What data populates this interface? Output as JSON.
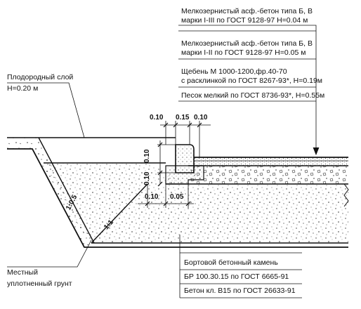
{
  "layers": [
    "Мелкозернистый асф.-бетон типа Б, В марки I-III по ГОСТ 9128-97   H=0.04 м",
    "Мелкозернистый асф.-бетон типа Б, В марки I-II по ГОСТ 9128-97   H=0.05 м",
    "Щебень М 1000-1200,фр.40-70 с расклинкой по ГОСТ 8267-93*, H=0.19м",
    "Песок мелкий по ГОСТ 8736-93*, H=0.55м"
  ],
  "layer_lines": {
    "l1a": "Мелкозернистый асф.-бетон типа Б, В",
    "l1b": "марки I-III по ГОСТ 9128-97     H=0.04 м",
    "l2a": "Мелкозернистый асф.-бетон типа Б, В",
    "l2b": "марки I-II по ГОСТ 9128-97     H=0.05 м",
    "l3a": "Щебень М 1000-1200,фр.40-70",
    "l3b": "с расклинкой по ГОСТ 8267-93*, H=0.19м",
    "l4": "Песок мелкий по ГОСТ 8736-93*, H=0.55м"
  },
  "topsoil": {
    "line1": "Плодородный слой",
    "line2": "H=0.20 м"
  },
  "ground": {
    "line1": "Местный",
    "line2": "уплотненный грунт"
  },
  "curb": {
    "title": "Бортовой бетонный камень",
    "line1": "БР 100.30.15 по ГОСТ 6665-91",
    "line2": "Бетон кл. В15 по ГОСТ 26633-91"
  },
  "dims": {
    "top_left": "0.10",
    "top_mid": "0.15",
    "top_right": "0.10",
    "vert_upper": "0.10",
    "vert_lower": "0.10",
    "bottom_left": "0.10",
    "bottom_right": "0.05",
    "slope_left": "1:0.5",
    "slope_inner": "1:1"
  }
}
